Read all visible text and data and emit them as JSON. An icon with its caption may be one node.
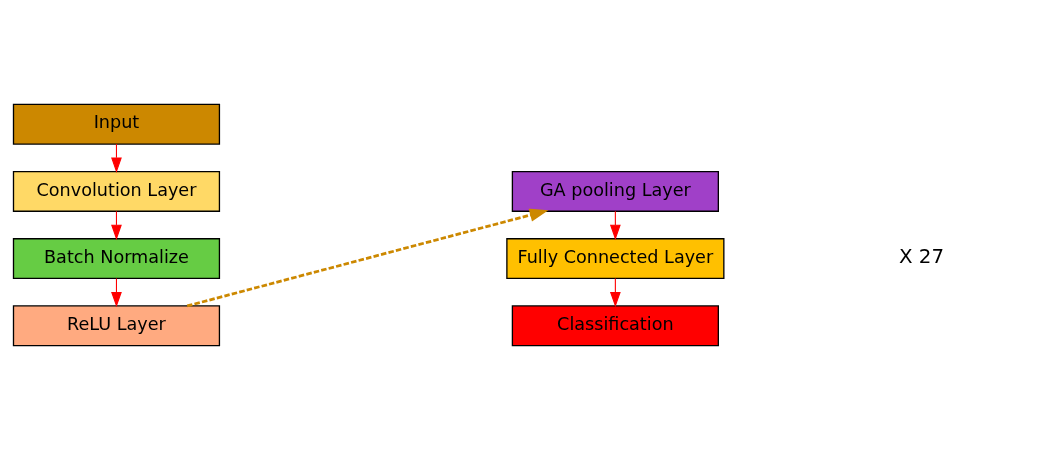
{
  "diagram": {
    "nodes": [
      {
        "text": [
          "Input"
        ]
      },
      {
        "text": [
          "Convolution Layer"
        ]
      },
      {
        "text": [
          "Batch Normalize"
        ]
      },
      {
        "text": [
          "ReLU Layer"
        ]
      },
      {
        "text": [
          "GA pooling Layer"
        ]
      },
      {
        "text": [
          "Fully Connected Layer"
        ]
      },
      {
        "text": [
          "Classification"
        ]
      }
    ],
    "edges": [
      {
        "from": 0,
        "to": 1,
        "arrow": "to"
      },
      {
        "from": 1,
        "to": 2,
        "arrow": "to"
      },
      {
        "from": 2,
        "to": 3,
        "arrow": "to"
      },
      {
        "from": 3,
        "to": 4,
        "arrow": "to",
        "style": "dashed",
        "color": "#cc8800"
      },
      {
        "from": 4,
        "to": 5,
        "arrow": "to"
      },
      {
        "from": 5,
        "to": 6,
        "arrow": "to"
      }
    ],
    "labels": [
      "X 27"
    ]
  }
}
